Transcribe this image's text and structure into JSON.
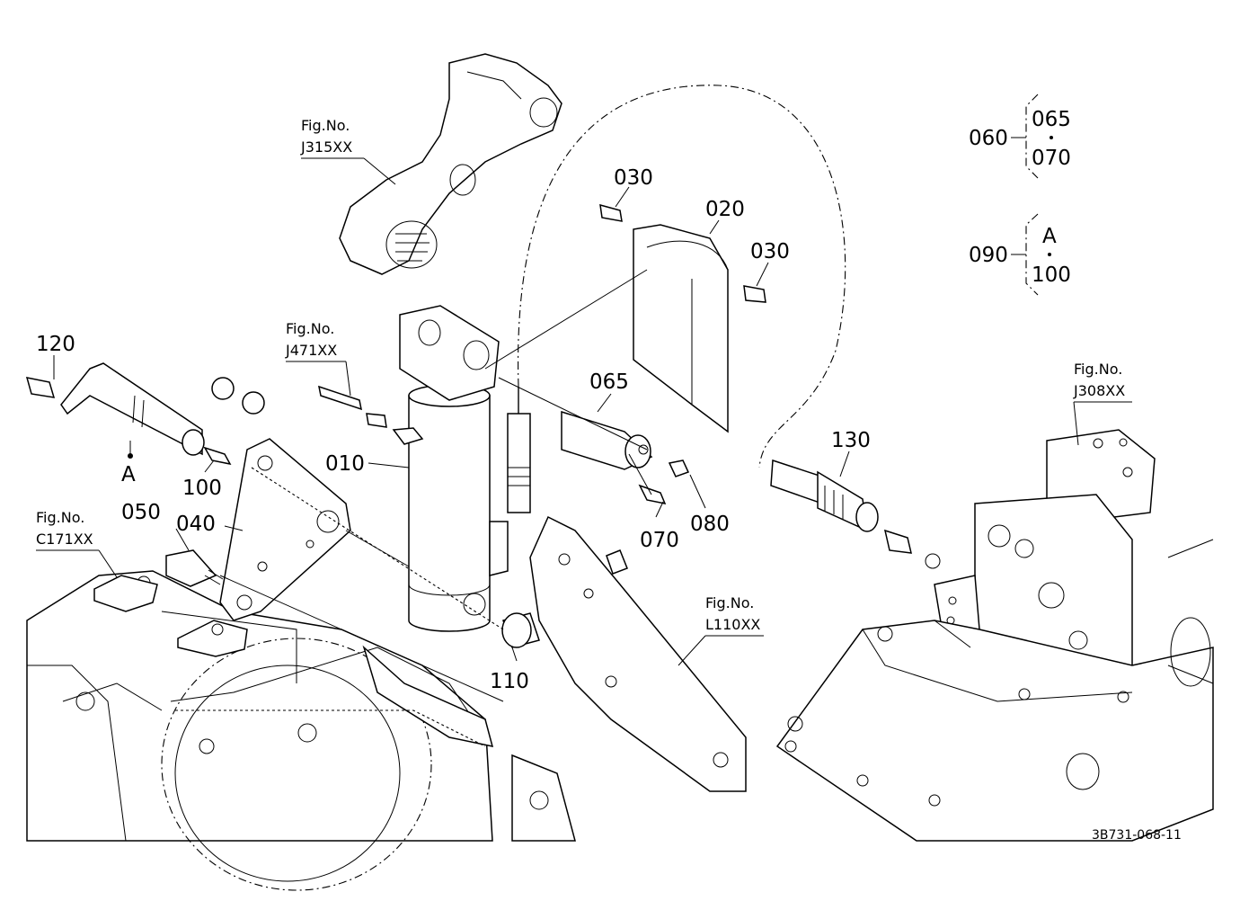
{
  "diagram": {
    "code": "3B731-068-11",
    "fig_label": "Fig.No.",
    "fig_refs": [
      {
        "id": "j315",
        "ref": "J315XX"
      },
      {
        "id": "j471",
        "ref": "J471XX"
      },
      {
        "id": "c171",
        "ref": "C171XX"
      },
      {
        "id": "l110",
        "ref": "L110XX"
      },
      {
        "id": "j308",
        "ref": "J308XX"
      }
    ],
    "parts": [
      "010",
      "020",
      "030",
      "030",
      "040",
      "050",
      "065",
      "070",
      "080",
      "100",
      "110",
      "120",
      "130",
      "A"
    ],
    "legend": {
      "group1": {
        "parent": "060",
        "top": "065",
        "bottom": "070"
      },
      "group2": {
        "parent": "090",
        "top": "A",
        "bottom": "100"
      }
    }
  }
}
